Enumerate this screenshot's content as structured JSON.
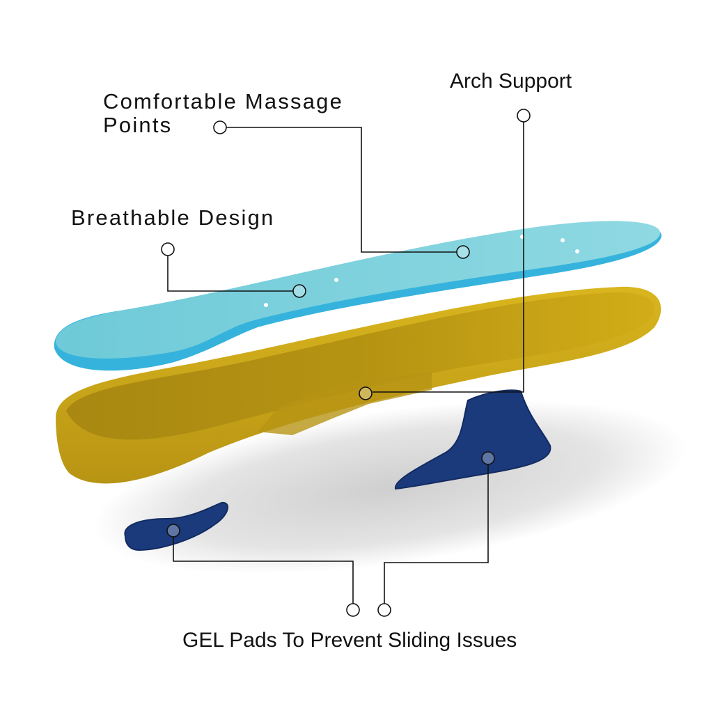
{
  "labels": {
    "massage_line1": "Comfortable Massage",
    "massage_line2": "Points",
    "arch": "Arch Support",
    "breathable": "Breathable Design",
    "gel": "GEL Pads To Prevent Sliding Issues"
  },
  "colors": {
    "top_layer": "#7fd2dc",
    "top_edge": "#35b3dc",
    "base_layer": "#c9a51a",
    "gel_pad": "#1b3a7c",
    "line": "#111111"
  }
}
